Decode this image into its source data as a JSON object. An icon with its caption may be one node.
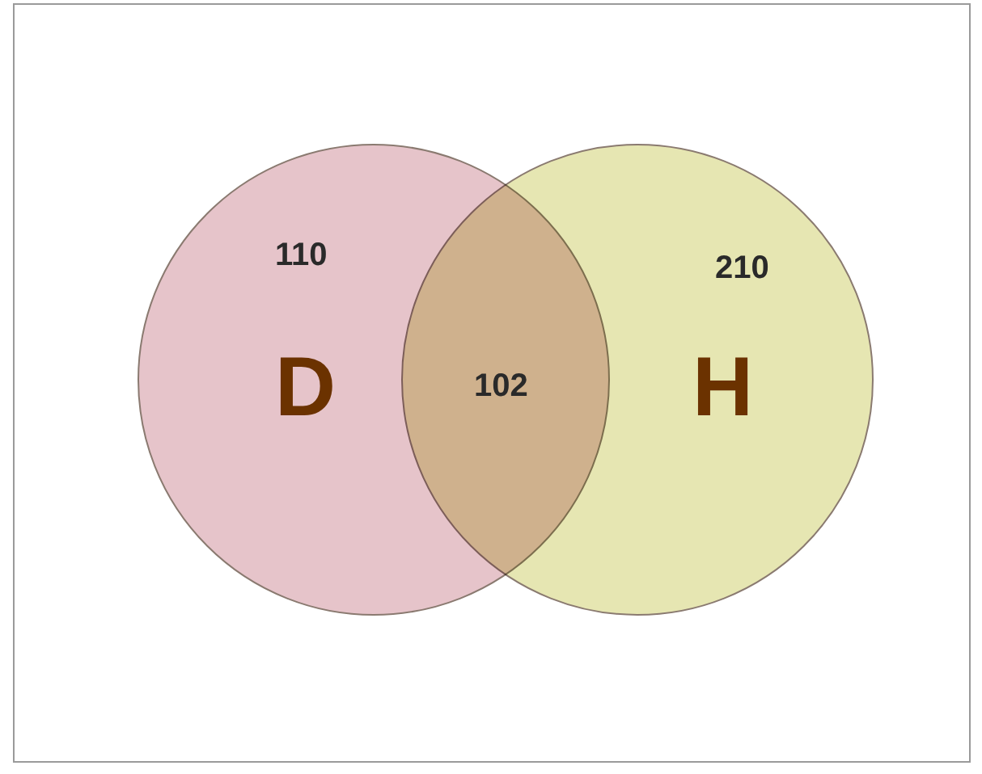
{
  "diagram": {
    "nodes": [
      {
        "text": [
          "110",
          "D"
        ]
      },
      {
        "text": [
          "210",
          "H"
        ]
      }
    ],
    "labels": [
      "102"
    ]
  }
}
